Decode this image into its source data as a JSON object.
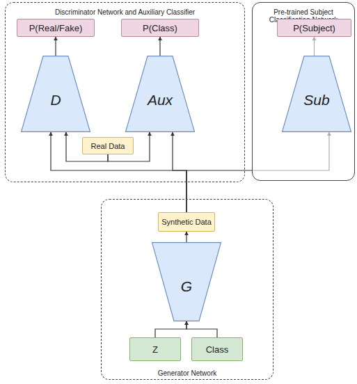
{
  "diagram": {
    "nodes": [
      {
        "text": [
          "Discriminator Network and Auxiliary Classifier"
        ]
      },
      {
        "text": [
          "P(Real/Fake)"
        ],
        "in": 0
      },
      {
        "text": [
          "P(Class)"
        ],
        "in": 0
      },
      {
        "text": [
          "D"
        ],
        "in": 0
      },
      {
        "text": [
          "Aux"
        ],
        "in": 0
      },
      {
        "text": [
          "Real Data"
        ],
        "in": 0
      },
      {
        "text": [
          "Pre-trained Subject Classification Network"
        ]
      },
      {
        "text": [
          "P(Subject)"
        ],
        "in": 6
      },
      {
        "text": [
          "Sub"
        ],
        "in": 6
      },
      {
        "text": [
          "Generator Network"
        ]
      },
      {
        "text": [
          "Synthetic Data"
        ],
        "in": 9
      },
      {
        "text": [
          "G"
        ],
        "in": 9
      },
      {
        "text": [
          "Z"
        ],
        "in": 9
      },
      {
        "text": [
          "Class"
        ],
        "in": 9
      }
    ],
    "edges": [
      {
        "from": 3,
        "to": 1,
        "arrow": "to"
      },
      {
        "from": 4,
        "to": 2,
        "arrow": "to"
      },
      {
        "from": 8,
        "to": 7,
        "arrow": "to"
      },
      {
        "from": 5,
        "to": 3,
        "arrow": "to"
      },
      {
        "from": 5,
        "to": 4,
        "arrow": "to"
      },
      {
        "from": 10,
        "to": 3,
        "arrow": "to"
      },
      {
        "from": 10,
        "to": 4,
        "arrow": "to"
      },
      {
        "from": 10,
        "to": 8,
        "arrow": "to"
      },
      {
        "from": 11,
        "to": 10,
        "arrow": "to"
      },
      {
        "from": 12,
        "to": 11,
        "arrow": "to"
      },
      {
        "from": 13,
        "to": 11,
        "arrow": "to"
      }
    ]
  }
}
